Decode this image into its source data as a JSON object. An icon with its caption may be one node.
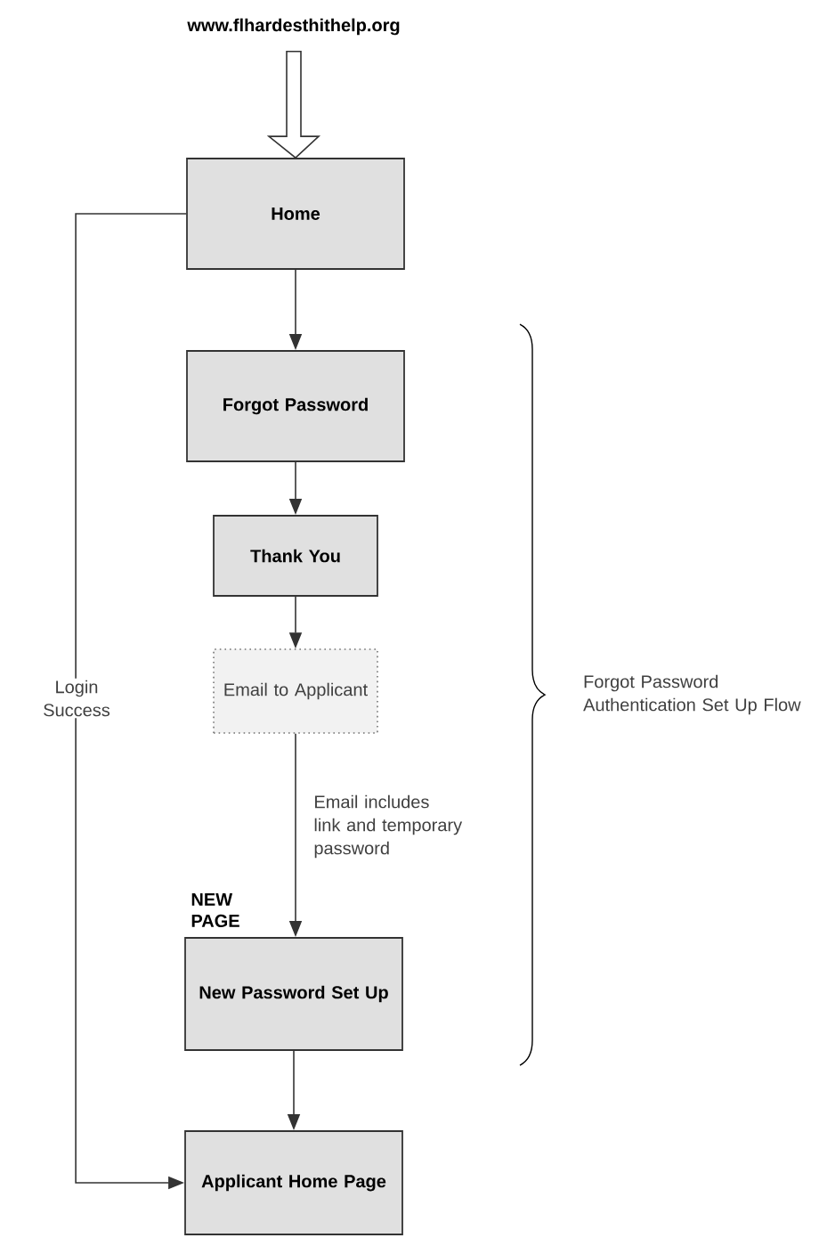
{
  "diagram": {
    "nodes": [
      {
        "text": [
          "www.flhardesthithelp.org"
        ]
      },
      {
        "text": [
          "Home"
        ]
      },
      {
        "text": [
          "Forgot Password"
        ]
      },
      {
        "text": [
          "Thank You"
        ]
      },
      {
        "text": [
          "Email to Applicant"
        ]
      },
      {
        "text": [
          "New Password Set Up"
        ],
        "beside": [
          "NEW PAGE"
        ]
      },
      {
        "text": [
          "Applicant Home Page"
        ]
      }
    ],
    "edges": [
      {
        "from": 0,
        "to": 1,
        "arrow": "to",
        "style": "thick"
      },
      {
        "from": 1,
        "to": 2,
        "arrow": "to"
      },
      {
        "from": 2,
        "to": 3,
        "arrow": "to"
      },
      {
        "from": 3,
        "to": 4,
        "arrow": "to"
      },
      {
        "from": 4,
        "to": 5,
        "arrow": "to",
        "label": "Email includes link and temporary password"
      },
      {
        "from": 5,
        "to": 6,
        "arrow": "to"
      },
      {
        "from": 1,
        "to": 6,
        "arrow": "to",
        "label": "Login Success"
      }
    ],
    "labels": [
      "Forgot Password Authentication Set Up Flow"
    ]
  }
}
